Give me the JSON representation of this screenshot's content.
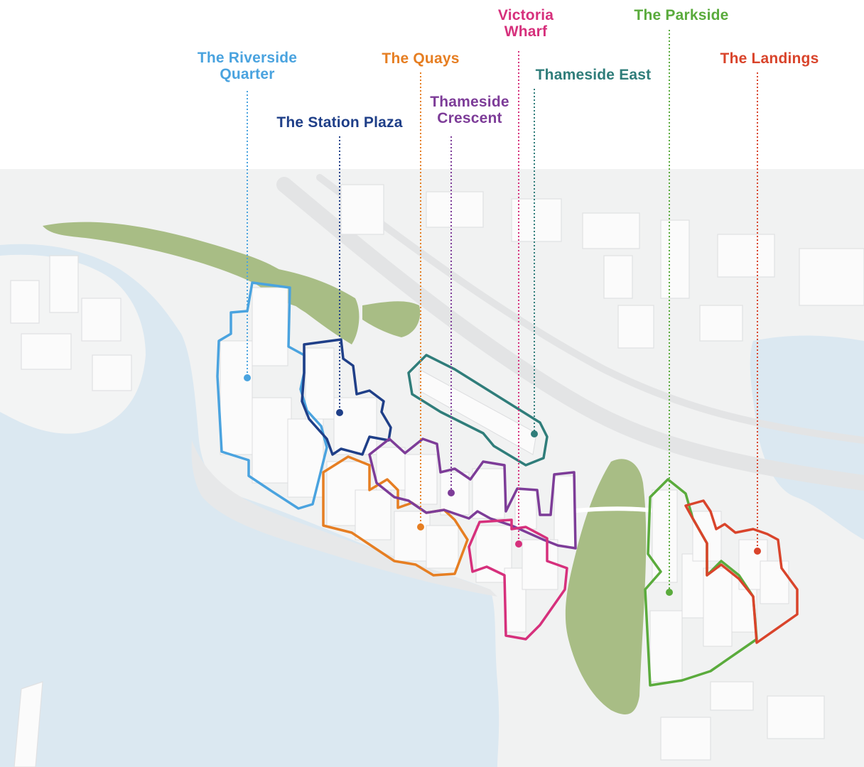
{
  "palette": {
    "water": "#dbe8f1",
    "land": "#f1f2f2",
    "park": "#a8bd85",
    "building": "#fbfbfb",
    "building_shadow": "#dcdddf"
  },
  "developments": [
    {
      "id": "riverside-quarter",
      "lines": [
        "The Riverside",
        "Quarter"
      ],
      "color": "#4aa3df"
    },
    {
      "id": "station-plaza",
      "lines": [
        "The Station Plaza"
      ],
      "color": "#1f3f88"
    },
    {
      "id": "the-quays",
      "lines": [
        "The Quays"
      ],
      "color": "#e67e22"
    },
    {
      "id": "thameside-crescent",
      "lines": [
        "Thameside",
        "Crescent"
      ],
      "color": "#7d3c98"
    },
    {
      "id": "victoria-wharf",
      "lines": [
        "Victoria",
        "Wharf"
      ],
      "color": "#d6307c"
    },
    {
      "id": "thameside-east",
      "lines": [
        "Thameside East"
      ],
      "color": "#2f7d7a"
    },
    {
      "id": "the-parkside",
      "lines": [
        "The Parkside"
      ],
      "color": "#5aab3c"
    },
    {
      "id": "the-landings",
      "lines": [
        "The Landings"
      ],
      "color": "#d9442b"
    }
  ]
}
